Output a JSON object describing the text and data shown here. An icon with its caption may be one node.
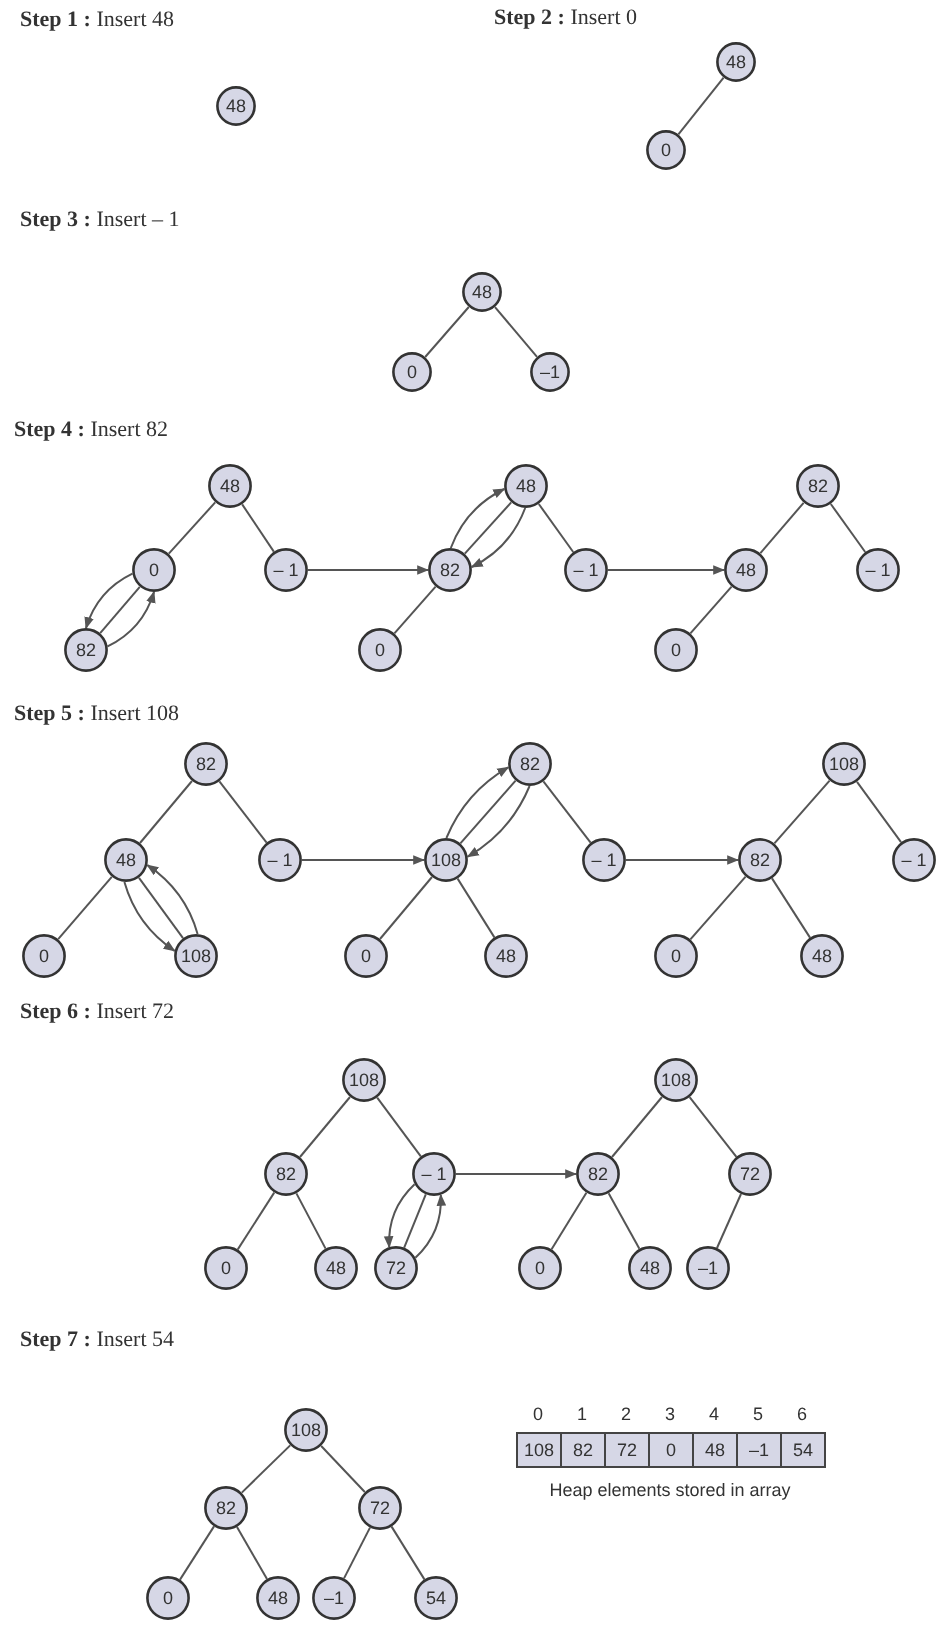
{
  "diagram": {
    "nodes": [
      {
        "text": [
          "48"
        ]
      },
      {
        "text": [
          "48"
        ]
      },
      {
        "text": [
          "0"
        ]
      },
      {
        "text": [
          "48"
        ]
      },
      {
        "text": [
          "0"
        ]
      },
      {
        "text": [
          "–1"
        ]
      },
      {
        "text": [
          "48"
        ]
      },
      {
        "text": [
          "0"
        ]
      },
      {
        "text": [
          "– 1"
        ]
      },
      {
        "text": [
          "82"
        ]
      },
      {
        "text": [
          "48"
        ]
      },
      {
        "text": [
          "82"
        ]
      },
      {
        "text": [
          "– 1"
        ]
      },
      {
        "text": [
          "0"
        ]
      },
      {
        "text": [
          "82"
        ]
      },
      {
        "text": [
          "48"
        ]
      },
      {
        "text": [
          "– 1"
        ]
      },
      {
        "text": [
          "0"
        ]
      },
      {
        "text": [
          "82"
        ]
      },
      {
        "text": [
          "48"
        ]
      },
      {
        "text": [
          "– 1"
        ]
      },
      {
        "text": [
          "0"
        ]
      },
      {
        "text": [
          "108"
        ]
      },
      {
        "text": [
          "82"
        ]
      },
      {
        "text": [
          "108"
        ]
      },
      {
        "text": [
          "– 1"
        ]
      },
      {
        "text": [
          "0"
        ]
      },
      {
        "text": [
          "48"
        ]
      },
      {
        "text": [
          "108"
        ]
      },
      {
        "text": [
          "82"
        ]
      },
      {
        "text": [
          "– 1"
        ]
      },
      {
        "text": [
          "0"
        ]
      },
      {
        "text": [
          "48"
        ]
      },
      {
        "text": [
          "108"
        ]
      },
      {
        "text": [
          "82"
        ]
      },
      {
        "text": [
          "– 1"
        ]
      },
      {
        "text": [
          "0"
        ]
      },
      {
        "text": [
          "48"
        ]
      },
      {
        "text": [
          "72"
        ]
      },
      {
        "text": [
          "108"
        ]
      },
      {
        "text": [
          "82"
        ]
      },
      {
        "text": [
          "72"
        ]
      },
      {
        "text": [
          "0"
        ]
      },
      {
        "text": [
          "48"
        ]
      },
      {
        "text": [
          "–1"
        ]
      },
      {
        "text": [
          "108"
        ]
      },
      {
        "text": [
          "82"
        ]
      },
      {
        "text": [
          "72"
        ]
      },
      {
        "text": [
          "0"
        ]
      },
      {
        "text": [
          "48"
        ]
      },
      {
        "text": [
          "–1"
        ]
      },
      {
        "text": [
          "54"
        ]
      }
    ],
    "edges": [
      {
        "from": 1,
        "to": 2,
        "arrow": "none"
      },
      {
        "from": 3,
        "to": 4,
        "arrow": "none"
      },
      {
        "from": 3,
        "to": 5,
        "arrow": "none"
      },
      {
        "from": 6,
        "to": 7,
        "arrow": "none"
      },
      {
        "from": 6,
        "to": 8,
        "arrow": "none"
      },
      {
        "from": 7,
        "to": 9,
        "arrow": "none"
      },
      {
        "from": 7,
        "to": 9,
        "arrow": "to"
      },
      {
        "from": 9,
        "to": 7,
        "arrow": "to"
      },
      {
        "from": 8,
        "to": 11,
        "arrow": "to"
      },
      {
        "from": 10,
        "to": 11,
        "arrow": "none"
      },
      {
        "from": 10,
        "to": 12,
        "arrow": "none"
      },
      {
        "from": 11,
        "to": 13,
        "arrow": "none"
      },
      {
        "from": 11,
        "to": 10,
        "arrow": "to"
      },
      {
        "from": 10,
        "to": 11,
        "arrow": "to"
      },
      {
        "from": 12,
        "to": 15,
        "arrow": "to"
      },
      {
        "from": 14,
        "to": 15,
        "arrow": "none"
      },
      {
        "from": 14,
        "to": 16,
        "arrow": "none"
      },
      {
        "from": 15,
        "to": 17,
        "arrow": "none"
      },
      {
        "from": 18,
        "to": 19,
        "arrow": "none"
      },
      {
        "from": 18,
        "to": 20,
        "arrow": "none"
      },
      {
        "from": 19,
        "to": 21,
        "arrow": "none"
      },
      {
        "from": 19,
        "to": 22,
        "arrow": "none"
      },
      {
        "from": 22,
        "to": 19,
        "arrow": "to"
      },
      {
        "from": 19,
        "to": 22,
        "arrow": "to"
      },
      {
        "from": 20,
        "to": 24,
        "arrow": "to"
      },
      {
        "from": 23,
        "to": 24,
        "arrow": "none"
      },
      {
        "from": 23,
        "to": 25,
        "arrow": "none"
      },
      {
        "from": 24,
        "to": 26,
        "arrow": "none"
      },
      {
        "from": 24,
        "to": 27,
        "arrow": "none"
      },
      {
        "from": 24,
        "to": 23,
        "arrow": "to"
      },
      {
        "from": 23,
        "to": 24,
        "arrow": "to"
      },
      {
        "from": 25,
        "to": 29,
        "arrow": "to"
      },
      {
        "from": 28,
        "to": 29,
        "arrow": "none"
      },
      {
        "from": 28,
        "to": 30,
        "arrow": "none"
      },
      {
        "from": 29,
        "to": 31,
        "arrow": "none"
      },
      {
        "from": 29,
        "to": 32,
        "arrow": "none"
      },
      {
        "from": 33,
        "to": 34,
        "arrow": "none"
      },
      {
        "from": 33,
        "to": 35,
        "arrow": "none"
      },
      {
        "from": 34,
        "to": 36,
        "arrow": "none"
      },
      {
        "from": 34,
        "to": 37,
        "arrow": "none"
      },
      {
        "from": 35,
        "to": 38,
        "arrow": "none"
      },
      {
        "from": 35,
        "to": 38,
        "arrow": "to"
      },
      {
        "from": 38,
        "to": 35,
        "arrow": "to"
      },
      {
        "from": 35,
        "to": 40,
        "arrow": "to"
      },
      {
        "from": 39,
        "to": 40,
        "arrow": "none"
      },
      {
        "from": 39,
        "to": 41,
        "arrow": "none"
      },
      {
        "from": 40,
        "to": 42,
        "arrow": "none"
      },
      {
        "from": 40,
        "to": 43,
        "arrow": "none"
      },
      {
        "from": 41,
        "to": 44,
        "arrow": "none"
      },
      {
        "from": 45,
        "to": 46,
        "arrow": "none"
      },
      {
        "from": 45,
        "to": 47,
        "arrow": "none"
      },
      {
        "from": 46,
        "to": 48,
        "arrow": "none"
      },
      {
        "from": 46,
        "to": 49,
        "arrow": "none"
      },
      {
        "from": 47,
        "to": 50,
        "arrow": "none"
      },
      {
        "from": 47,
        "to": 51,
        "arrow": "none"
      }
    ],
    "labels": [
      "**Step 1 :** Insert 48",
      "**Step 2 :** Insert 0",
      "**Step 3 :** Insert – 1",
      "**Step 4 :** Insert 82",
      "**Step 5 :** Insert 108",
      "**Step 6 :** Insert 72",
      "**Step 7 :** Insert 54",
      "0",
      "1",
      "2",
      "3",
      "4",
      "5",
      "6",
      "108",
      "82",
      "72",
      "0",
      "48",
      "–1",
      "54",
      "Heap elements stored in array"
    ]
  }
}
